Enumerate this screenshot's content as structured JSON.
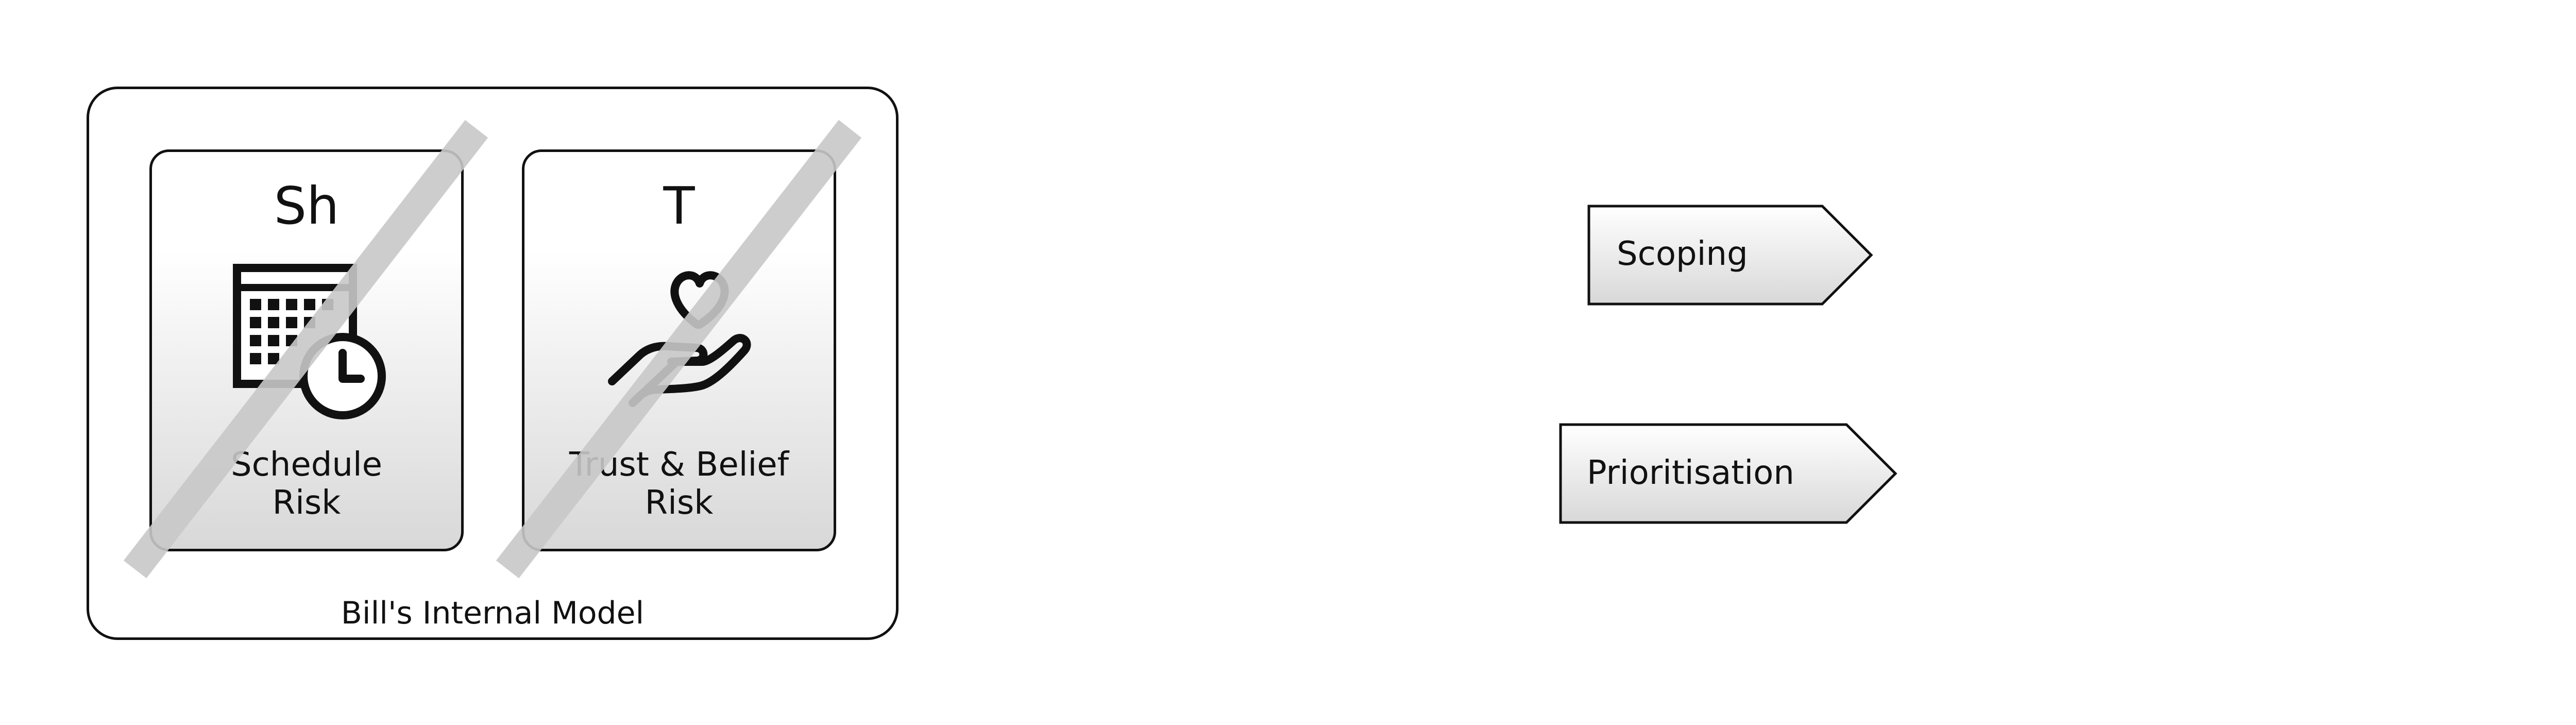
{
  "model": {
    "label": "Bill's Internal Model"
  },
  "cards": [
    {
      "abbr": "Sh",
      "name_line1": "Schedule",
      "name_line2": "Risk",
      "icon": "calendar-clock-icon"
    },
    {
      "abbr": "T",
      "name_line1": "Trust & Belief",
      "name_line2": "Risk",
      "icon": "heart-hand-icon"
    }
  ],
  "arrows": [
    {
      "label": "Scoping"
    },
    {
      "label": "Prioritisation"
    }
  ],
  "colors": {
    "stroke": "#111111",
    "strike": "#c8c8c8",
    "gradient_bottom": "#d8d8d8"
  }
}
